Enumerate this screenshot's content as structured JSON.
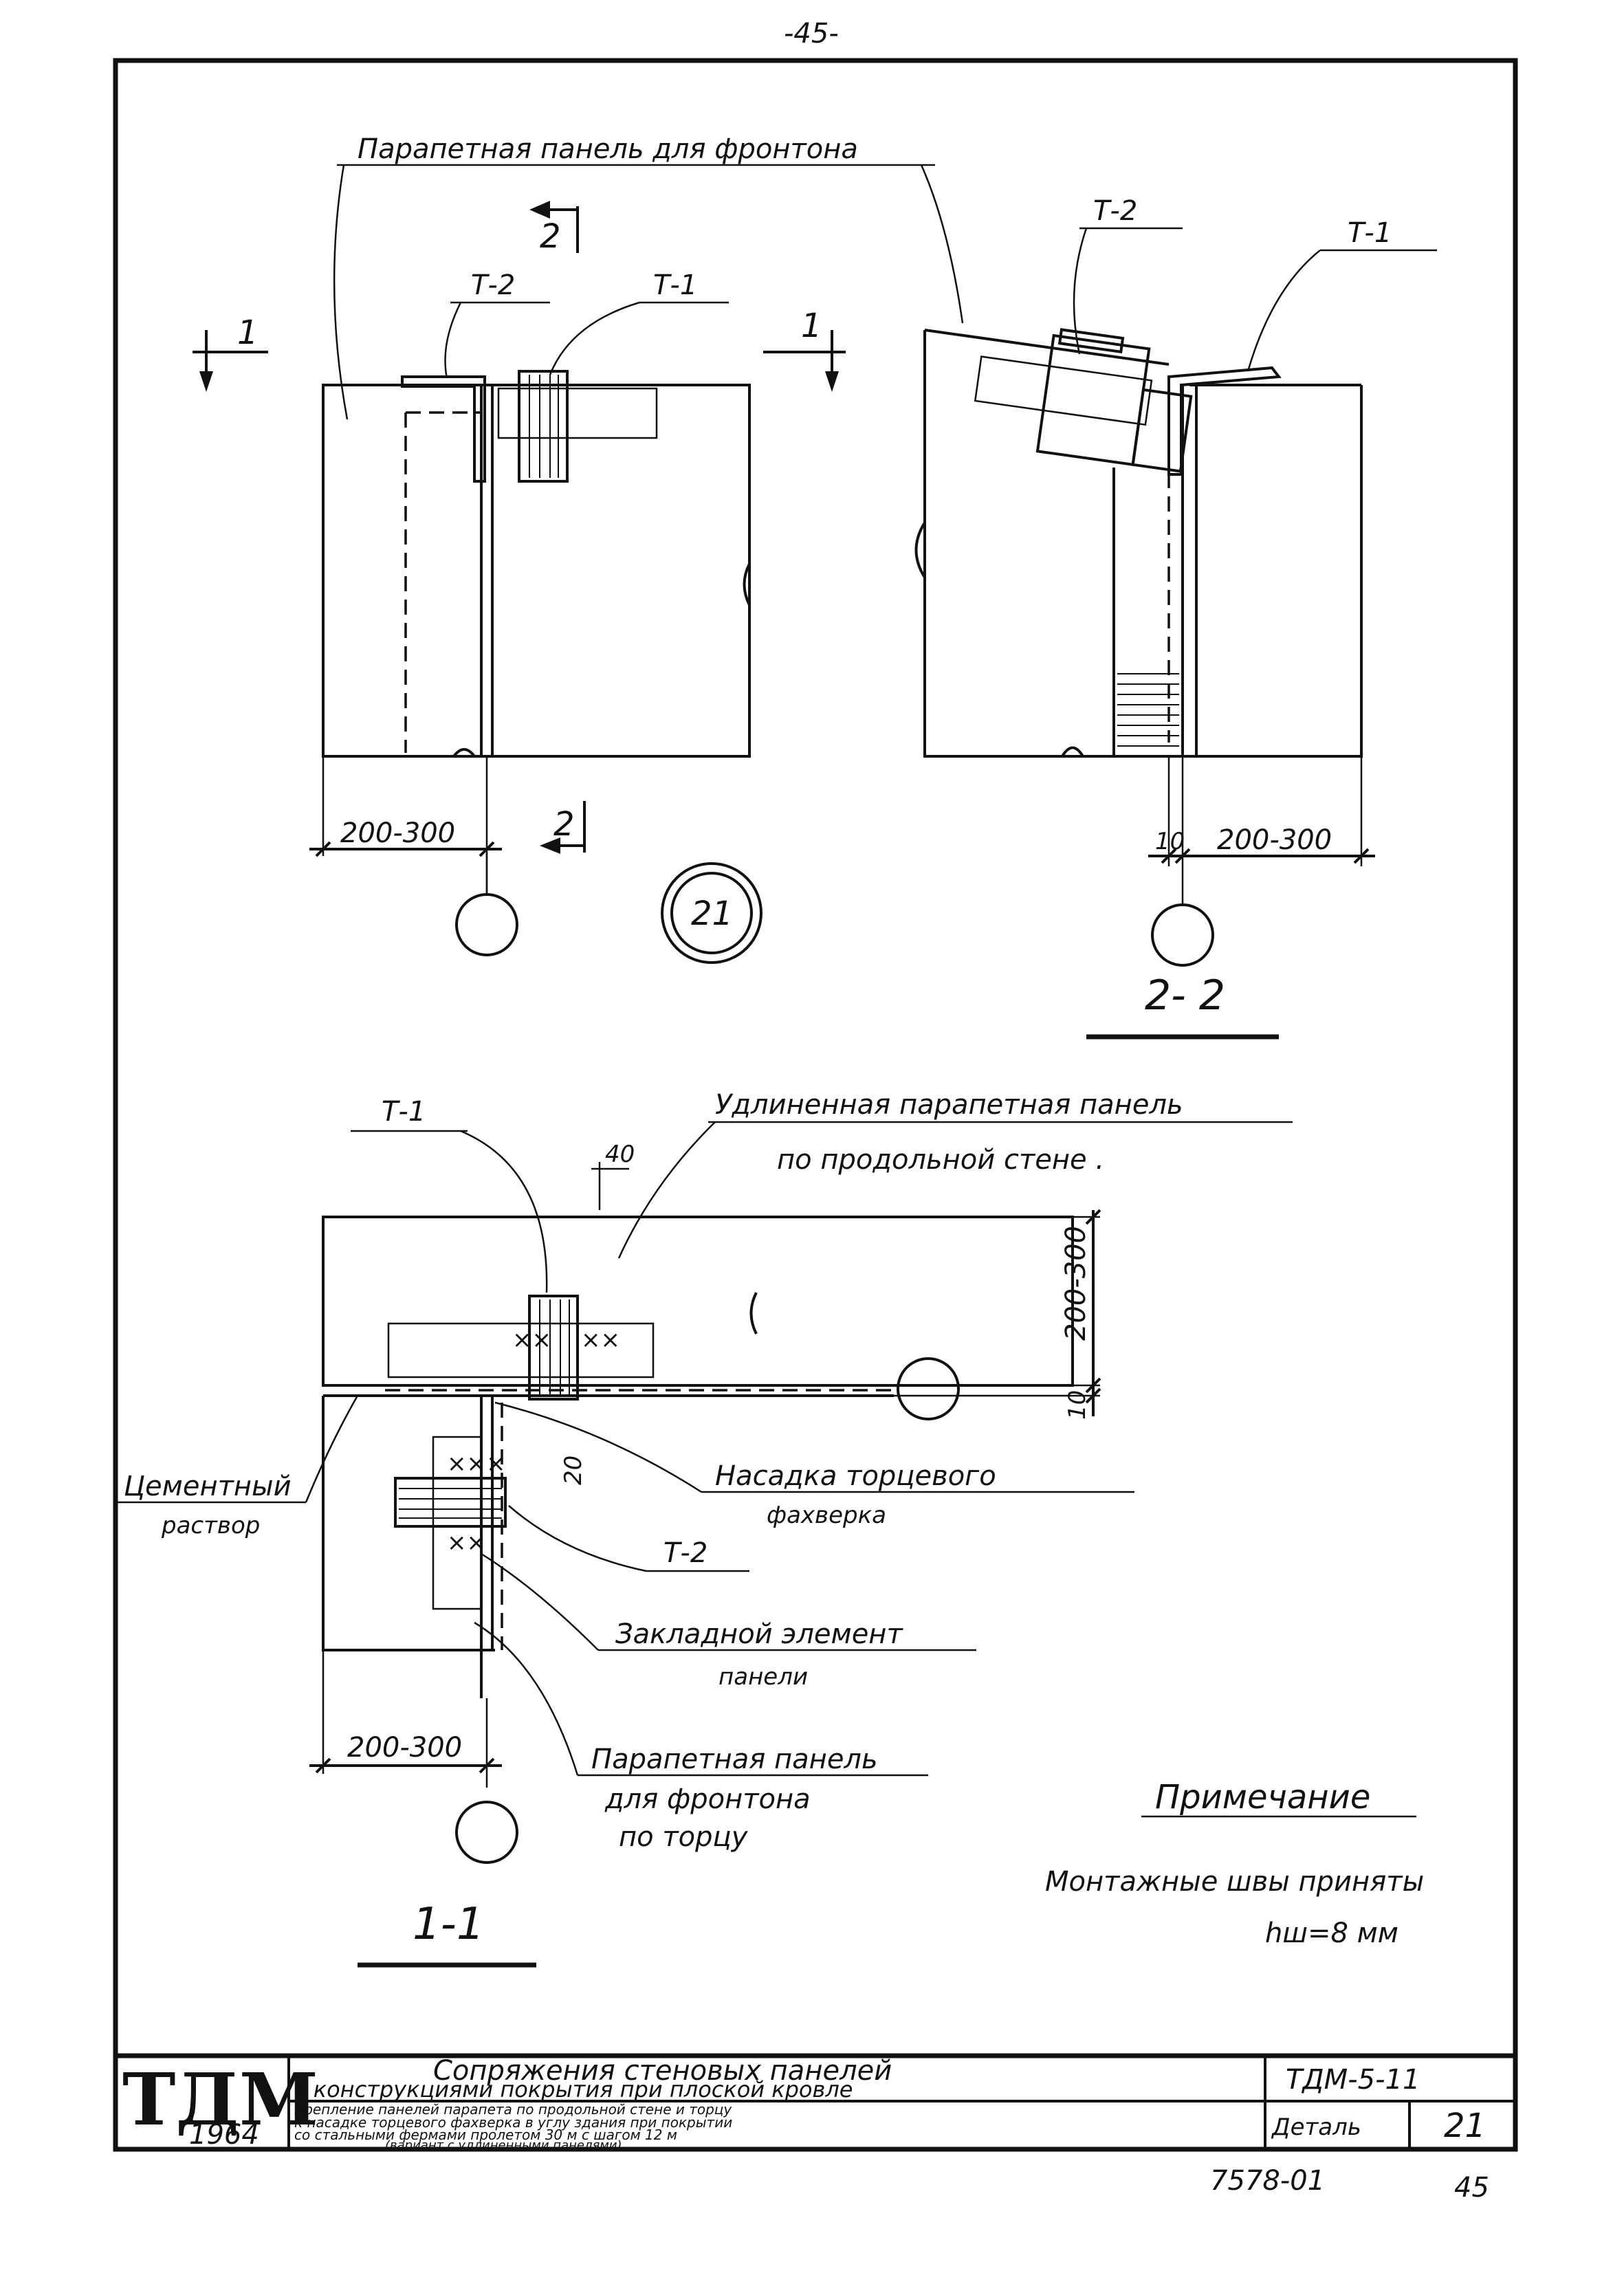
{
  "page_top_number": "-45-",
  "section_top": {
    "label_parapet_gable": "Парапетная панель для фронтона",
    "cut_1": "1",
    "cut_2": "2",
    "t2_label": "Т-2",
    "t1_label": "Т-1",
    "dim_200_300": "200-300",
    "detail_number": "21"
  },
  "section_22": {
    "t2_label": "Т-2",
    "t1_label": "Т-1",
    "dim_10": "10",
    "dim_200_300": "200-300",
    "title": "2- 2"
  },
  "section_11": {
    "t1_label": "Т-1",
    "dim_40": "40",
    "long_panel_line1": "Удлиненная парапетная панель",
    "long_panel_line2": "по продольной стене .",
    "dim_vertical_200_300": "200-300",
    "dim_vertical_10": "10",
    "cement_line1": "Цементный",
    "cement_line2": "раствор",
    "dim_20": "20",
    "fachwerk_line1": "Насадка торцевого",
    "fachwerk_line2": "фахверка",
    "t2_label": "Т-2",
    "embedded_line1": "Закладной элемент",
    "embedded_line2": "панели",
    "dim_200_300": "200-300",
    "gable_line1": "Парапетная панель",
    "gable_line2": "для фронтона",
    "gable_line3": "по торцу",
    "title": "1-1"
  },
  "note": {
    "title": "Примечание",
    "text": "Монтажные швы приняты",
    "formula": "hш=8 мм"
  },
  "title_block": {
    "logo": "ТДМ",
    "year": "1964",
    "title_line1": "Сопряжения стеновых панелей",
    "title_line2": "с конструкциями покрытия при плоской кровле",
    "desc_line1": "Крепление панелей парапета по продольной стене и торцу",
    "desc_line2": "к насадке торцевого фахверка в углу здания при покрытии",
    "desc_line3": "со стальными фермами пролетом 30 м с шагом 12 м",
    "desc_line4": "(вариант с удлиненными панелями)",
    "code": "ТДМ-5-11",
    "detail_label": "Деталь",
    "detail_value": "21"
  },
  "footer": {
    "sheet_code": "7578-01",
    "page": "45"
  }
}
